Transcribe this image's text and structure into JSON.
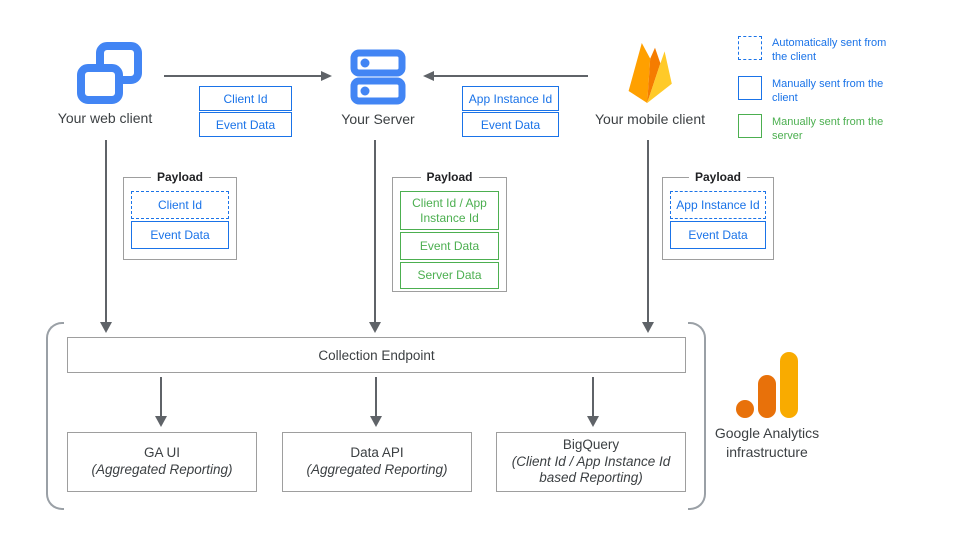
{
  "nodes": {
    "web_client": "Your web client",
    "server": "Your Server",
    "mobile_client": "Your mobile client"
  },
  "flow_tags": {
    "web_to_server": [
      "Client Id",
      "Event Data"
    ],
    "mobile_to_server": [
      "App Instance Id",
      "Event Data"
    ]
  },
  "payloads": {
    "web": {
      "title": "Payload",
      "items": [
        "Client Id",
        "Event Data"
      ]
    },
    "server": {
      "title": "Payload",
      "items": [
        "Client Id / App Instance Id",
        "Event Data",
        "Server Data"
      ]
    },
    "mobile": {
      "title": "Payload",
      "items": [
        "App Instance Id",
        "Event Data"
      ]
    }
  },
  "legend": {
    "auto_client": "Automatically sent from the client",
    "manual_client": "Manually sent from the client",
    "manual_server": "Manually sent from the server"
  },
  "infrastructure": {
    "endpoint": "Collection Endpoint",
    "outputs": [
      {
        "title": "GA UI",
        "subtitle": "(Aggregated Reporting)"
      },
      {
        "title": "Data API",
        "subtitle": "(Aggregated Reporting)"
      },
      {
        "title": "BigQuery",
        "subtitle": "(Client Id / App Instance Id based Reporting)"
      }
    ],
    "label": "Google Analytics infrastructure"
  },
  "colors": {
    "box_blue": "#1A73E8",
    "icon_blue": "#4285F4",
    "green": "#4CAF50",
    "arrow_gray": "#5F6368",
    "border_gray": "#9E9E9E",
    "firebase_yellow": "#FFCA28",
    "firebase_amber": "#FFA000",
    "firebase_orange": "#F57C00",
    "ga_orange": "#E8710A",
    "ga_yellow": "#F9AB00"
  }
}
